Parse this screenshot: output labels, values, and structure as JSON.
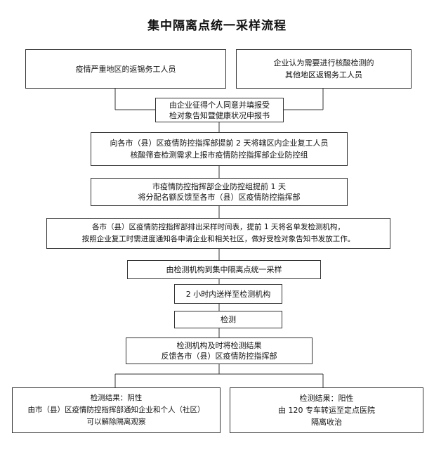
{
  "title": "集中隔离点统一采样流程",
  "boxes": {
    "worker_high_risk": [
      "疫情严重地区的返锡务工人员"
    ],
    "worker_other": [
      "企业认为需要进行核酸检测的",
      "其他地区返锡务工人员"
    ],
    "consent": [
      "由企业征得个人同意并填报受",
      "检对象告知暨健康状况申报书"
    ],
    "district_report": [
      "向各市（县）区疫情防控指挥部提前 2 天将辖区内企业复工人员",
      "核酸筛查检测需求上报市疫情防控指挥部企业防控组"
    ],
    "city_allocate": [
      "市疫情防控指挥部企业防控组提前 1 天",
      "将分配名额反馈至各市（县）区疫情防控指挥部"
    ],
    "schedule": [
      "各市（县）区疫情防控指挥部排出采样时间表，提前 1 天将名单发检测机构，",
      "按照企业复工时需进度通知各申请企业和相关社区，做好受检对象告知书发放工作。"
    ],
    "sampling": [
      "由检测机构到集中隔离点统一采样"
    ],
    "deliver": [
      "2 小时内送样至检测机构"
    ],
    "testing": [
      "检测"
    ],
    "feedback": [
      "检测机构及时将检测结果",
      "反馈各市（县）区疫情防控指挥部"
    ],
    "negative": [
      "检测结果：阴性",
      "由市（县）区疫情防控指挥部通知企业和个人（社区）",
      "可以解除隔离观察"
    ],
    "positive": [
      "检测结果：阳性",
      "由 120 专车转运至定点医院",
      "隔离收治"
    ]
  }
}
